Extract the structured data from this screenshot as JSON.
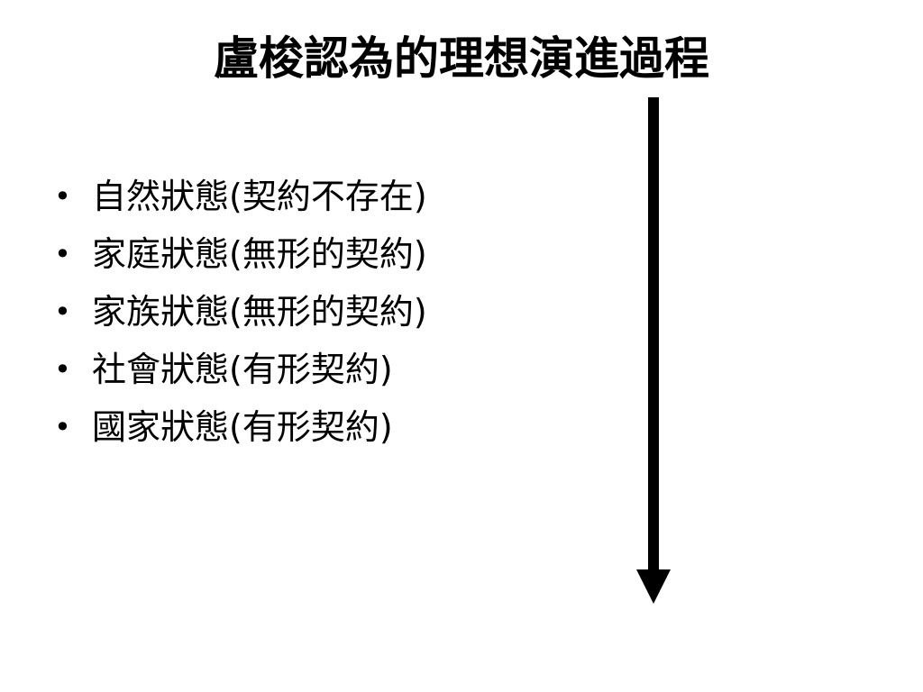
{
  "slide": {
    "title": "盧梭認為的理想演進過程",
    "bullet_symbol": "•",
    "bullets": [
      "自然狀態(契約不存在)",
      "家庭狀態(無形的契約)",
      "家族狀態(無形的契約)",
      "社會狀態(有形契約)",
      "國家狀態(有形契約)"
    ],
    "arrow_color": "#000000"
  }
}
